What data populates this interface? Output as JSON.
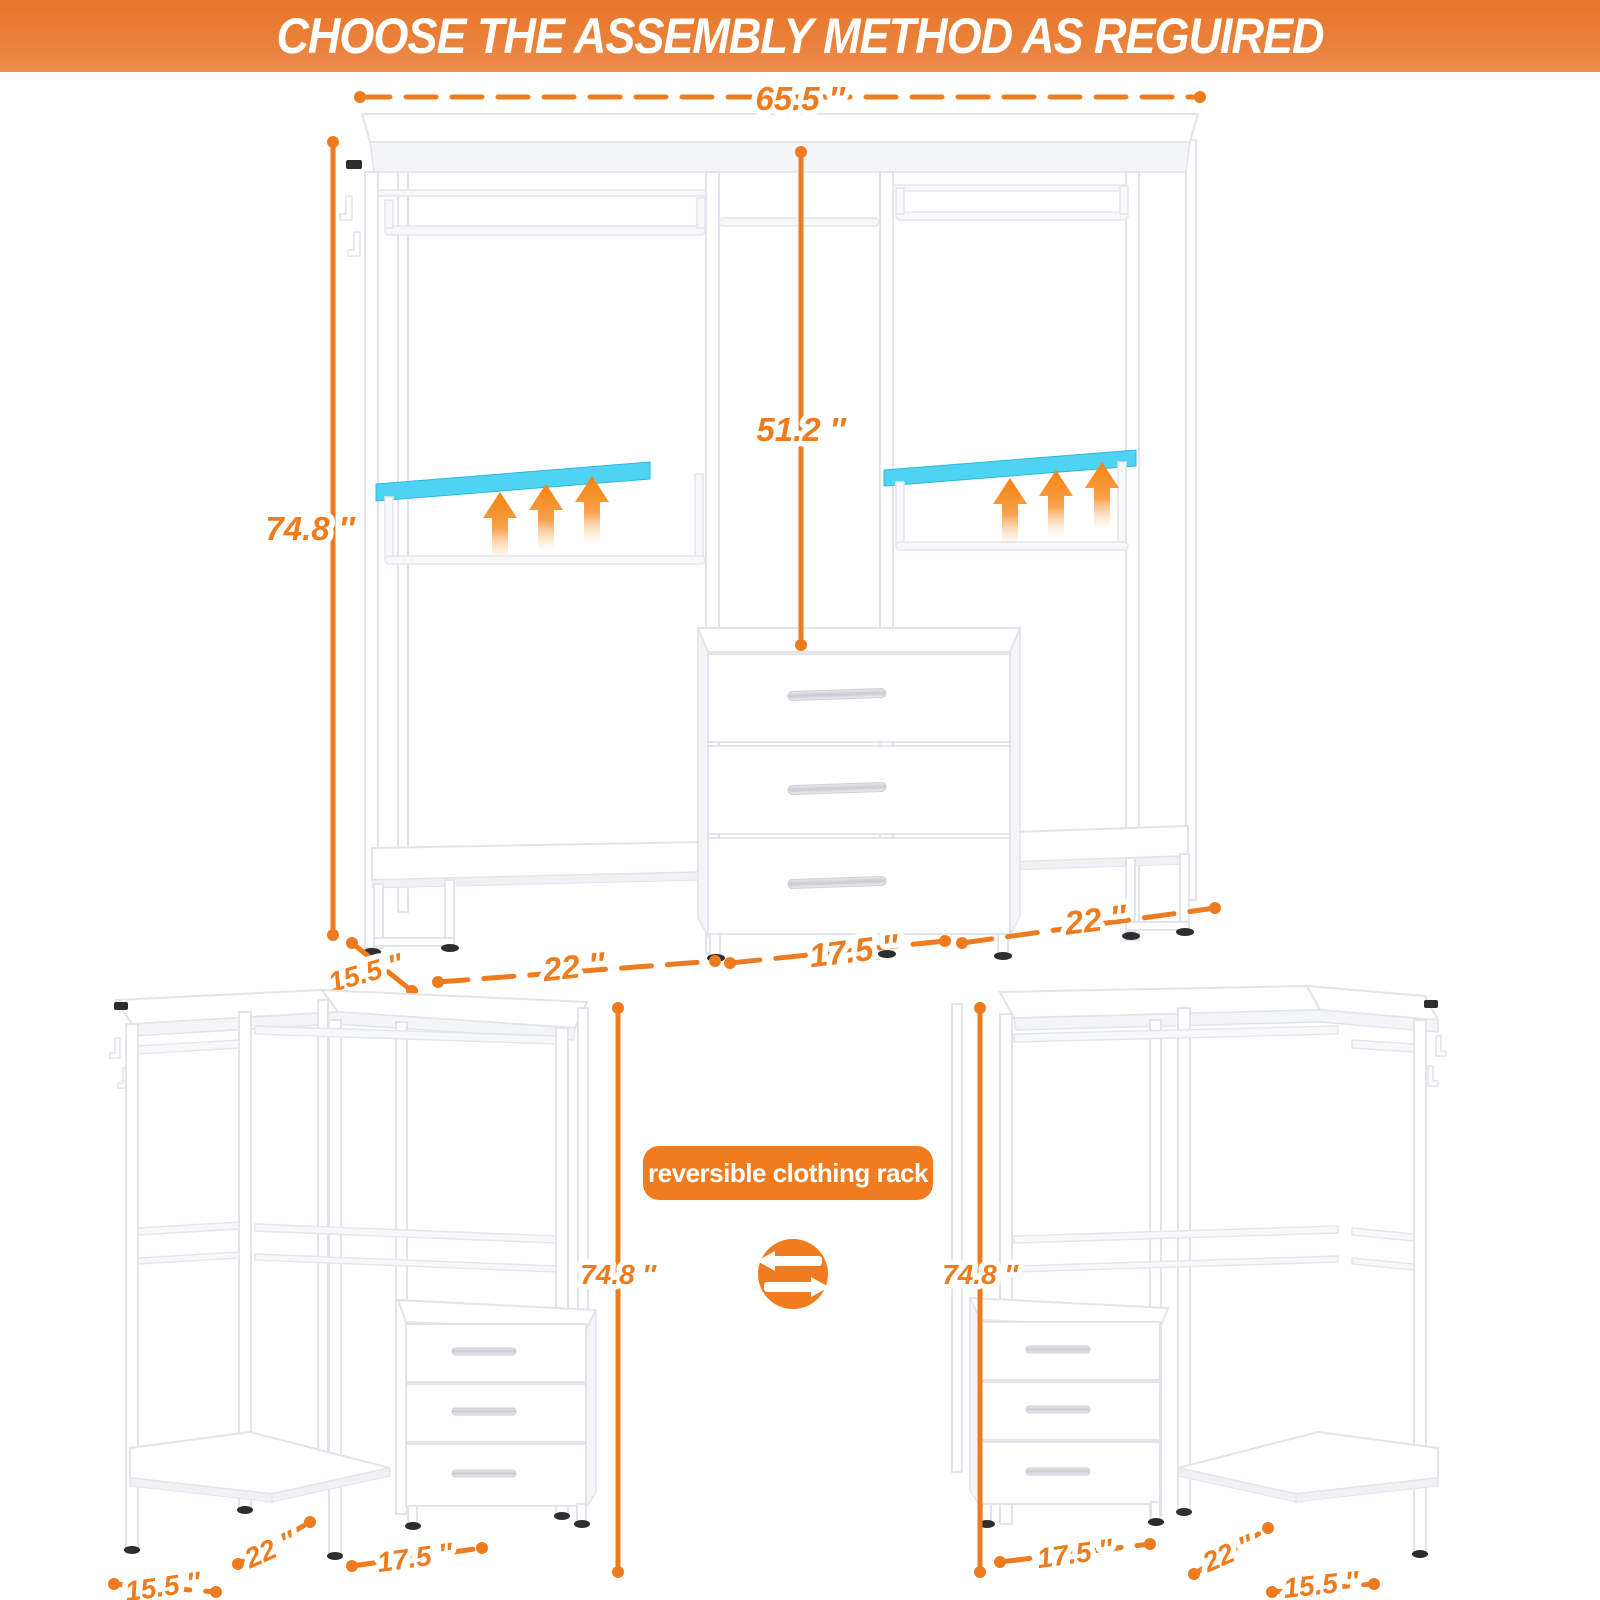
{
  "banner": {
    "title": "CHOOSE THE ASSEMBLY METHOD AS REGUIRED"
  },
  "colors": {
    "accent": "#EE7C1E",
    "banner_top": "#E8762B",
    "banner_bottom": "#EE8C50",
    "led_blue": "#4ED3F2",
    "furniture": "#FFFFFF"
  },
  "badge": {
    "label": "reversible clothing rack",
    "icon": "swap-arrows-icon"
  },
  "main_diagram": {
    "dims": {
      "total_width": "65.5 ″",
      "total_height": "74.8 ″",
      "hanging_height": "51.2 ″",
      "depth": "15.5 ″",
      "left_section_width": "22 ″",
      "drawer_section_width": "17.5 ″",
      "right_section_width": "22 ″"
    }
  },
  "left_diagram": {
    "dims": {
      "total_height": "74.8 ″",
      "front_width": "22 ″",
      "drawer_section_width": "17.5 ″",
      "depth": "15.5 ″"
    }
  },
  "right_diagram": {
    "dims": {
      "total_height": "74.8 ″",
      "front_width": "22 ″",
      "drawer_section_width": "17.5 ″",
      "depth": "15.5 ″"
    }
  }
}
